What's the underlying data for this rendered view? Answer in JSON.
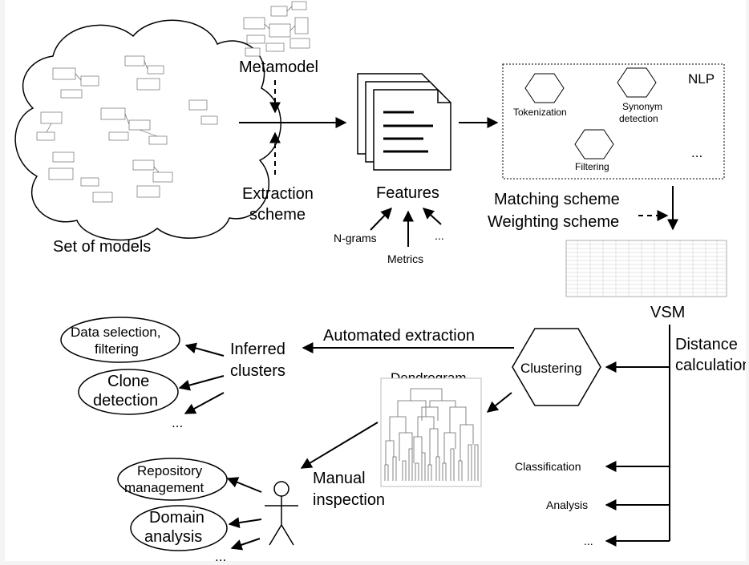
{
  "models": {
    "caption": "Set of models"
  },
  "metamodel": {
    "label": "Metamodel"
  },
  "extraction": {
    "line1": "Extraction",
    "line2": "scheme"
  },
  "features": {
    "label": "Features",
    "ngrams": "N-grams",
    "metrics": "Metrics",
    "more": "..."
  },
  "nlp": {
    "title": "NLP",
    "tokenization": "Tokenization",
    "synonym_line1": "Synonym",
    "synonym_line2": "detection",
    "filtering": "Filtering",
    "more": "..."
  },
  "schemes": {
    "matching": "Matching scheme",
    "weighting": "Weighting scheme"
  },
  "vsm": {
    "label": "VSM"
  },
  "distance": {
    "line1": "Distance",
    "line2": "calculation"
  },
  "clustering": {
    "label": "Clustering"
  },
  "automated": {
    "label": "Automated extraction"
  },
  "inferred": {
    "line1": "Inferred",
    "line2": "clusters",
    "data_selection_line1": "Data selection,",
    "data_selection_line2": "filtering",
    "clone_line1": "Clone",
    "clone_line2": "detection",
    "more": "..."
  },
  "dendrogram": {
    "label": "Dendrogram"
  },
  "manual": {
    "line1": "Manual",
    "line2": "inspection",
    "repo_line1": "Repository",
    "repo_line2": "management",
    "domain_line1": "Domain",
    "domain_line2": "analysis",
    "more": "..."
  },
  "outputs": {
    "classification": "Classification",
    "analysis": "Analysis",
    "more": "..."
  }
}
